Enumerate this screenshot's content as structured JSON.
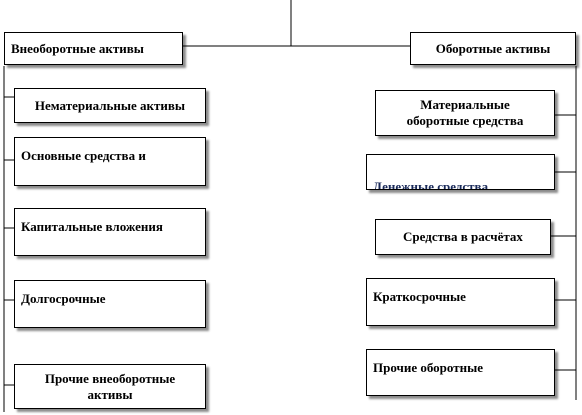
{
  "left_column": {
    "header": "Внеоборотные активы",
    "items": [
      "Нематериальные активы",
      "Основные средства и",
      "Капитальные вложения",
      "Долгосрочные",
      "Прочие внеоборотные активы"
    ]
  },
  "right_column": {
    "header": "Оборотные активы",
    "items": [
      "Материальные оборотные средства",
      "Денежные средства",
      "Средства в расчётах",
      "Краткосрочные",
      "Прочие оборотные"
    ]
  }
}
